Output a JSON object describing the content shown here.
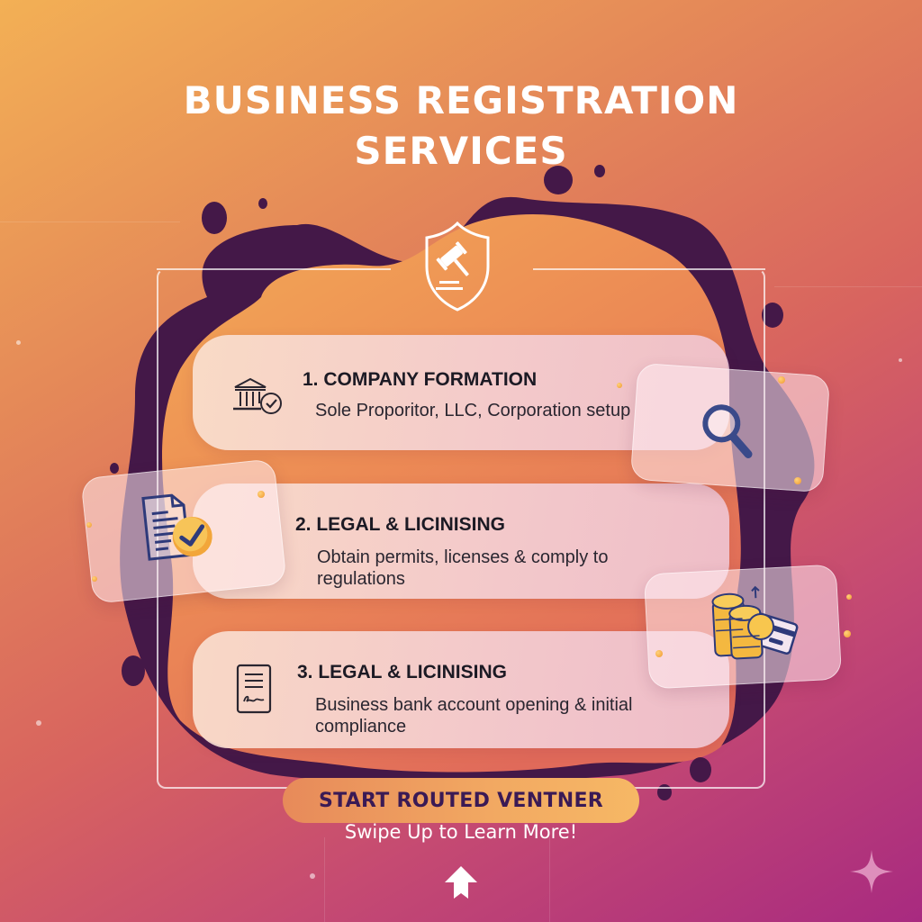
{
  "header": {
    "title_line1": "BUSINESS REGISTRATION",
    "title_line2": "SERVICES"
  },
  "hero_icon": "shield-gavel-icon",
  "services": [
    {
      "number": "1.",
      "title": "1. COMPANY FORMATION",
      "description": "Sole Proporitor, LLC, Corporation setup",
      "icon": "bank-check-icon"
    },
    {
      "number": "2.",
      "title": "2. LEGAL & LICINISING",
      "description_line1": "Obtain permits, licenses & comply to",
      "description_line2": "regulations",
      "icon": "document-icon"
    },
    {
      "number": "3.",
      "title": "3. LEGAL & LICINISING",
      "description_line1": "Business bank account opening & initial",
      "description_line2": "compliance",
      "icon": "signed-document-icon"
    }
  ],
  "floating_cards": [
    {
      "icon": "document-check-icon"
    },
    {
      "icon": "magnifier-icon"
    },
    {
      "icon": "coins-card-icon"
    }
  ],
  "cta": {
    "label": "START ROUTED VENTNER"
  },
  "footer": {
    "swipe_text": "Swipe Up to Learn More!",
    "arrow_icon": "arrow-up-icon",
    "sparkle_icon": "sparkle-icon"
  },
  "colors": {
    "bg_start": "#f3b055",
    "bg_mid": "#d8645f",
    "bg_end": "#a82a80",
    "blob_dark": "#441848",
    "blob_orange": "#f0a24f",
    "cta_text": "#3a1a55",
    "icon_navy": "#2e3a7a"
  }
}
